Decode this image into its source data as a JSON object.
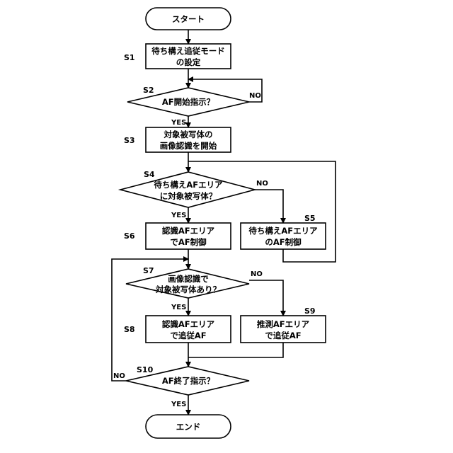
{
  "start": "スタート",
  "end": "エンド",
  "steps": [
    {
      "id": "S1",
      "lines": [
        "待ち構え追従モード",
        "の設定"
      ]
    },
    {
      "id": "S2",
      "lines": [
        "AF開始指示？"
      ]
    },
    {
      "id": "S3",
      "lines": [
        "対象被写体の",
        "画像認識を開始"
      ]
    },
    {
      "id": "S4",
      "lines": [
        "待ち構えAFエリア",
        "に対象被写体？"
      ]
    },
    {
      "id": "S5",
      "lines": [
        "待ち構えAFエリア",
        "のAF制御"
      ]
    },
    {
      "id": "S6",
      "lines": [
        "認識AFエリア",
        "でAF制御"
      ]
    },
    {
      "id": "S7",
      "lines": [
        "画像認識で",
        "対象被写体あり？"
      ]
    },
    {
      "id": "S8",
      "lines": [
        "認識AFエリア",
        "で追従AF"
      ]
    },
    {
      "id": "S9",
      "lines": [
        "推測AFエリア",
        "で追従AF"
      ]
    },
    {
      "id": "S10",
      "lines": [
        "AF終了指示？"
      ]
    }
  ],
  "branches": {
    "yes": "YES",
    "no": "NO"
  }
}
